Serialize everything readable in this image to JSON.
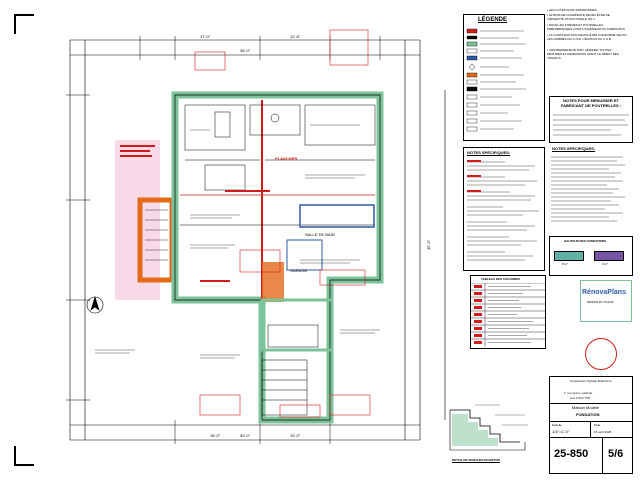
{
  "legend": {
    "title": "LÉGENDE"
  },
  "general_notes": [
    "• LES COTES SONT PRIORITAIRES.",
    "• LE BOIS DE CHARPENTE DEVRA ÊTRE DE L'ÉPINETTE STRUCTURALE NO.1.",
    "• POUR LES FORMES ET POUTRELLES PRÉFABRIQUÉES (VOIR L'INGÉNIEUR DU FABRICANT)",
    "• LA CONSTRUCTION DEVRA ÊTRE CONFORME SELON LES NORMES DU C.N.B. L'ÉDITION DU C.N.B.",
    "• L'ENTREPRENEUR DOIT VÉRIFIER TOUTES MESURES ET DIMENSIONS AVANT LE DÉBUT DES TRAVAUX."
  ],
  "menuisier_notes": {
    "title": "NOTES POUR MENUISIER ET FABRICANT DE POUTRELLES :"
  },
  "notes_specifiques_left": {
    "title": "NOTES SPÉCIFIQUES:"
  },
  "notes_specifiques_right": {
    "title": "NOTES SPÉCIFIQUES:"
  },
  "fondations": {
    "title": "HAUTEUR DES FONDATIONS",
    "items": [
      "8'-0\"",
      "4'-0\""
    ],
    "colors": {
      "a": "#5fb3a6",
      "b": "#7a52a8"
    }
  },
  "colonnes": {
    "title": "TABLEAU DES COLONNES"
  },
  "logo": {
    "name": "RénovaPlans",
    "tagline": "DESSIN ET PLANS"
  },
  "title_block": {
    "client": "Construction Sylvain Briand Inc.",
    "address": "7, rue Ayers, Lachute",
    "lot": "(Lot 2 624 775)",
    "model": "Maison Modèle",
    "sheet_title": "FONDATION",
    "scale_label": "Échelle",
    "scale": "1/4\"=1'-0\"",
    "date_label": "Date",
    "date": "15 avril 2025",
    "number": "25-850",
    "page": "5/6"
  },
  "detail": {
    "title": "DÉTAIL DE MARCHES EN BÉTON"
  },
  "plan_labels": {
    "garage": "GARAGE",
    "salle": "SALLE DE BAIN",
    "plancher": "PLANCHER"
  },
  "colors": {
    "wall_green": "#7dc39a",
    "accent_red": "#d21c1c",
    "accent_orange": "#e46a1a",
    "accent_blue": "#2f5aa7",
    "pink_zone": "#f2bfd9"
  }
}
